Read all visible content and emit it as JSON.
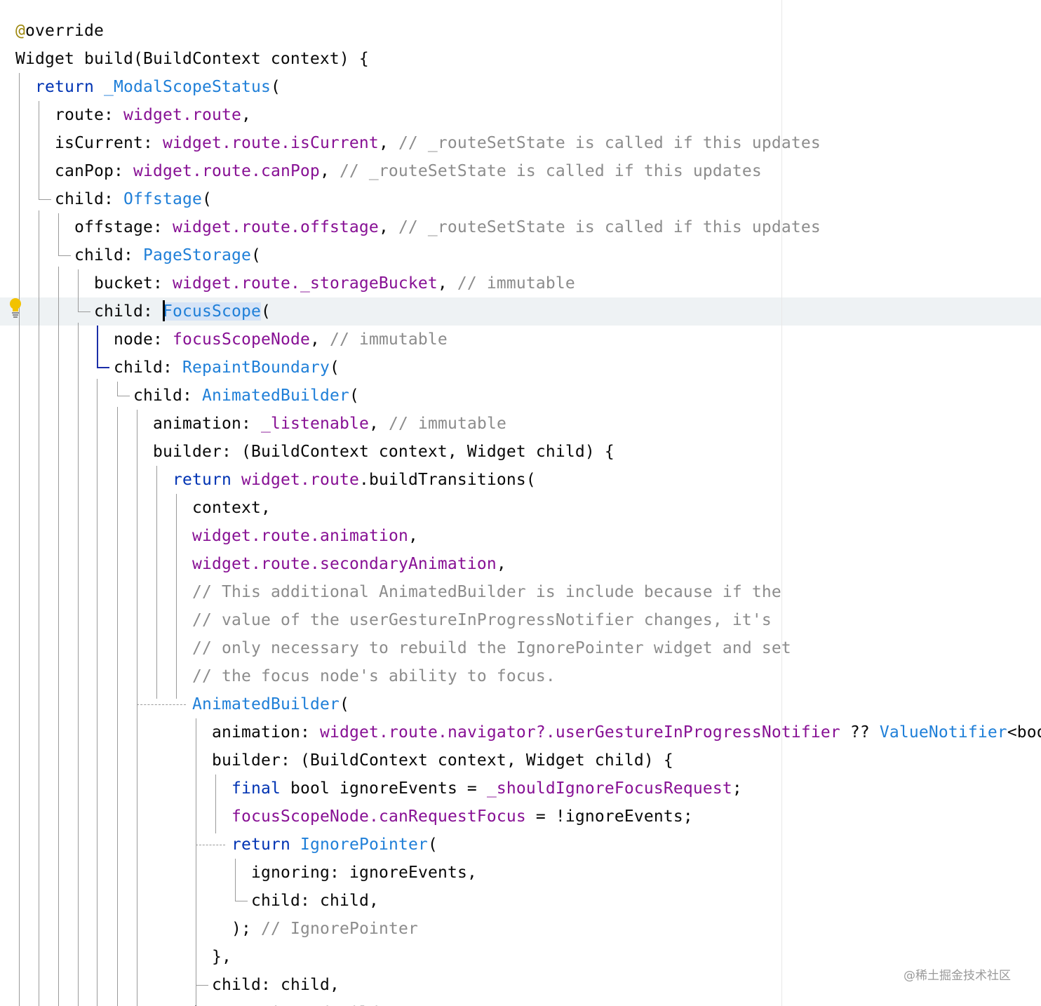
{
  "editor": {
    "language": "Dart",
    "colors": {
      "keyword": "#0033b3",
      "class_ref": "#1f7fd8",
      "field": "#871094",
      "comment": "#8c8c8c",
      "annotation": "#9e880d",
      "plain": "#080808",
      "caret_line": "#eef2f4",
      "active_guide": "#1b2ea8"
    },
    "gutter_icon": "lightbulb-icon",
    "lines": [
      [
        [
          "ann",
          "@"
        ],
        [
          "",
          "override"
        ]
      ],
      [
        [
          "",
          "Widget build(BuildContext context) {"
        ]
      ],
      [
        [
          "kw",
          "return "
        ],
        [
          "fn",
          "_ModalScopeStatus"
        ],
        [
          "",
          "("
        ]
      ],
      [
        [
          "",
          "route: "
        ],
        [
          "fld",
          "widget.route"
        ],
        [
          "",
          ","
        ]
      ],
      [
        [
          "",
          "isCurrent: "
        ],
        [
          "fld",
          "widget.route.isCurrent"
        ],
        [
          "",
          ", "
        ],
        [
          "cm",
          "// _routeSetState is called if this updates"
        ]
      ],
      [
        [
          "",
          "canPop: "
        ],
        [
          "fld",
          "widget.route.canPop"
        ],
        [
          "",
          ", "
        ],
        [
          "cm",
          "// _routeSetState is called if this updates"
        ]
      ],
      [
        [
          "",
          "child: "
        ],
        [
          "fn",
          "Offstage"
        ],
        [
          "",
          "("
        ]
      ],
      [
        [
          "",
          "offstage: "
        ],
        [
          "fld",
          "widget.route.offstage"
        ],
        [
          "",
          ", "
        ],
        [
          "cm",
          "// _routeSetState is called if this updates"
        ]
      ],
      [
        [
          "",
          "child: "
        ],
        [
          "fn",
          "PageStorage"
        ],
        [
          "",
          "("
        ]
      ],
      [
        [
          "",
          "bucket: "
        ],
        [
          "fld",
          "widget.route._storageBucket"
        ],
        [
          "",
          ", "
        ],
        [
          "cm",
          "// immutable"
        ]
      ],
      [
        [
          "",
          "child: "
        ],
        [
          "caret",
          ""
        ],
        [
          "fnhl",
          "FocusScope"
        ],
        [
          "",
          "("
        ]
      ],
      [
        [
          "",
          "node: "
        ],
        [
          "fld",
          "focusScopeNode"
        ],
        [
          "",
          ", "
        ],
        [
          "cm",
          "// immutable"
        ]
      ],
      [
        [
          "",
          "child: "
        ],
        [
          "fn",
          "RepaintBoundary"
        ],
        [
          "",
          "("
        ]
      ],
      [
        [
          "",
          "child: "
        ],
        [
          "fn",
          "AnimatedBuilder"
        ],
        [
          "",
          "("
        ]
      ],
      [
        [
          "",
          "animation: "
        ],
        [
          "fld",
          "_listenable"
        ],
        [
          "",
          ", "
        ],
        [
          "cm",
          "// immutable"
        ]
      ],
      [
        [
          "",
          "builder: (BuildContext context, Widget child) {"
        ]
      ],
      [
        [
          "kw",
          "return "
        ],
        [
          "fld",
          "widget.route"
        ],
        [
          "",
          ".buildTransitions("
        ]
      ],
      [
        [
          "",
          "context,"
        ]
      ],
      [
        [
          "fld",
          "widget.route.animation"
        ],
        [
          "",
          ","
        ]
      ],
      [
        [
          "fld",
          "widget.route.secondaryAnimation"
        ],
        [
          "",
          ","
        ]
      ],
      [
        [
          "cm",
          "// This additional AnimatedBuilder is include because if the"
        ]
      ],
      [
        [
          "cm",
          "// value of the userGestureInProgressNotifier changes, it's"
        ]
      ],
      [
        [
          "cm",
          "// only necessary to rebuild the IgnorePointer widget and set"
        ]
      ],
      [
        [
          "cm",
          "// the focus node's ability to focus."
        ]
      ],
      [
        [
          "fn",
          "AnimatedBuilder"
        ],
        [
          "",
          "("
        ]
      ],
      [
        [
          "",
          "animation: "
        ],
        [
          "fld",
          "widget.route.navigator?.userGestureInProgressNotifier"
        ],
        [
          "",
          " ?? "
        ],
        [
          "fn",
          "ValueNotifier"
        ],
        [
          "",
          "<bool>(false),"
        ]
      ],
      [
        [
          "",
          "builder: (BuildContext context, Widget child) {"
        ]
      ],
      [
        [
          "kw",
          "final "
        ],
        [
          "",
          "bool ignoreEvents = "
        ],
        [
          "fld",
          "_shouldIgnoreFocusRequest"
        ],
        [
          "",
          ";"
        ]
      ],
      [
        [
          "fld",
          "focusScopeNode.canRequestFocus"
        ],
        [
          "",
          " = !ignoreEvents;"
        ]
      ],
      [
        [
          "kw",
          "return "
        ],
        [
          "fn",
          "IgnorePointer"
        ],
        [
          "",
          "("
        ]
      ],
      [
        [
          "",
          "ignoring: ignoreEvents,"
        ]
      ],
      [
        [
          "",
          "child: child,"
        ]
      ],
      [
        [
          "",
          "); "
        ],
        [
          "cm",
          "// IgnorePointer"
        ]
      ],
      [
        [
          "",
          "},"
        ]
      ],
      [
        [
          "",
          "child: child,"
        ]
      ],
      [
        [
          "",
          "), "
        ],
        [
          "cm",
          "// AnimatedBuilder"
        ]
      ]
    ]
  },
  "watermark": "@稀土掘金技术社区"
}
